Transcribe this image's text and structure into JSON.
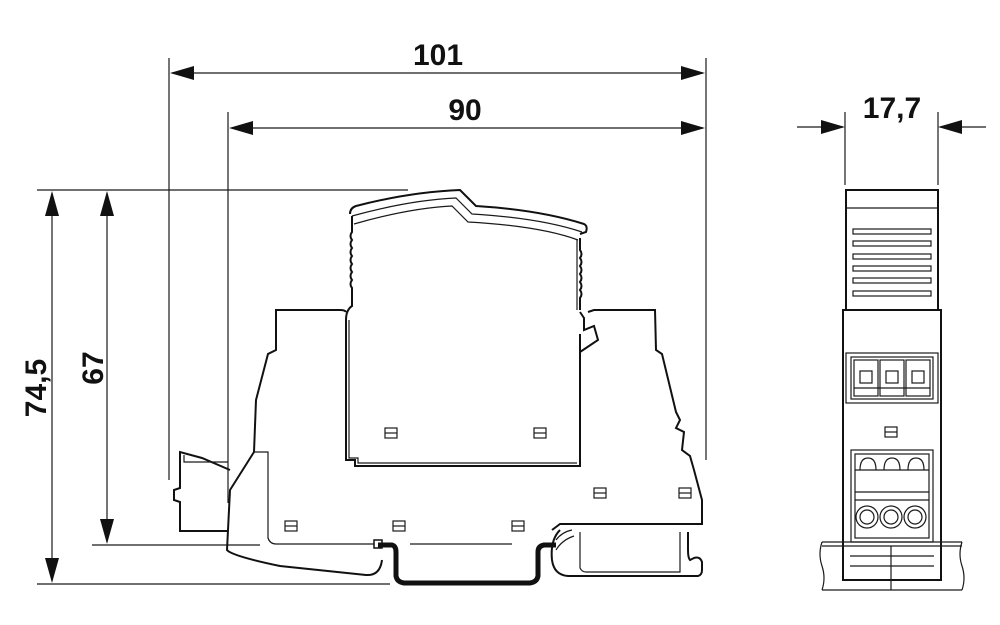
{
  "drawing": {
    "type": "technical dimension drawing",
    "views": [
      "side-view",
      "front-view"
    ],
    "line_color": "#111111",
    "background_color": "#ffffff"
  },
  "dimensions": {
    "overall_width": {
      "value": "101",
      "orientation": "horizontal"
    },
    "base_width": {
      "value": "90",
      "orientation": "horizontal"
    },
    "module_width": {
      "value": "17,7",
      "orientation": "horizontal"
    },
    "overall_height": {
      "value": "74,5",
      "orientation": "vertical"
    },
    "body_height": {
      "value": "67",
      "orientation": "vertical"
    }
  }
}
